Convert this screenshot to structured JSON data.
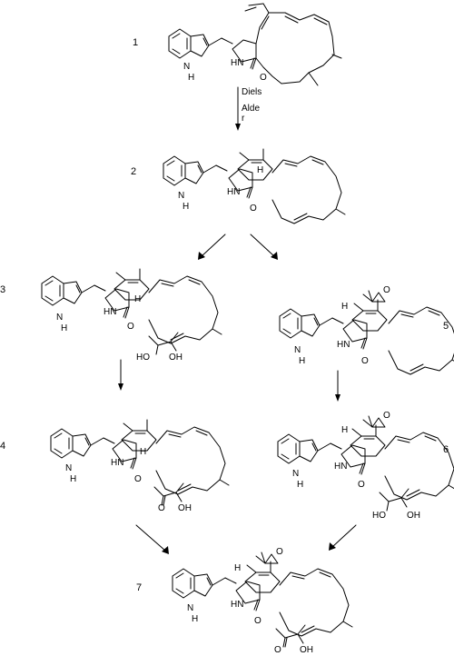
{
  "compounds": [
    {
      "number": "1"
    },
    {
      "number": "2"
    },
    {
      "number": "3"
    },
    {
      "number": "4"
    },
    {
      "number": "5"
    },
    {
      "number": "6"
    },
    {
      "number": "7"
    }
  ],
  "reaction": {
    "line1": "Diels",
    "line2": "Alde",
    "line3": "r"
  },
  "atoms": {
    "nh": "H",
    "n": "N",
    "hn": "HN",
    "o": "O",
    "h": "H",
    "ho": "HO",
    "oh": "OH"
  }
}
